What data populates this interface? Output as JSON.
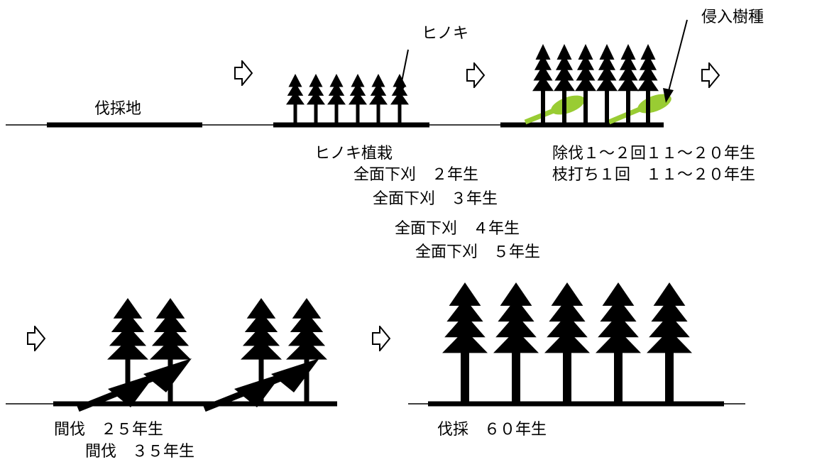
{
  "stages": {
    "clearcut": {
      "label": "伐採地"
    },
    "planting": {
      "pointer": "ヒノキ",
      "lines": [
        "ヒノキ植栽",
        "全面下刈　２年生",
        "全面下刈　３年生",
        "全面下刈　４年生",
        "全面下刈　５年生"
      ]
    },
    "weeding": {
      "pointer": "侵入樹種",
      "lines": [
        "除伐１〜２回１１〜２０年生",
        "枝打ち１回　１１〜２０年生"
      ]
    },
    "thinning": {
      "lines": [
        "間伐　２５年生",
        "間伐　３５年生"
      ]
    },
    "harvest": {
      "label": "伐採　６０年生"
    }
  },
  "colors": {
    "tree": "#000000",
    "invader": "#99cc33",
    "arrow_fill": "#ffffff",
    "line": "#000000"
  },
  "icons": {
    "stage_arrow": "hollow-right-arrow-icon",
    "tree": "conifer-tree-icon",
    "felled_tree": "felled-tree-icon",
    "invader": "broadleaf-invader-icon"
  }
}
